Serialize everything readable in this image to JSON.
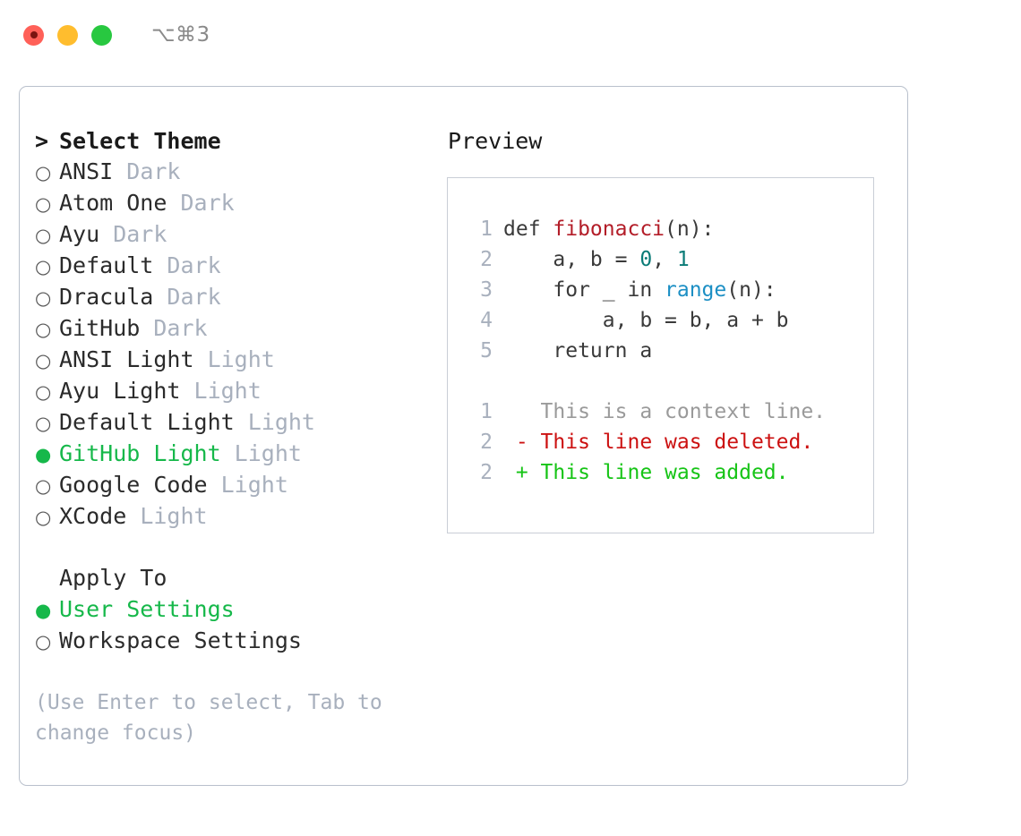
{
  "titlebar": {
    "shortcut": "⌥⌘3",
    "lights": [
      "close",
      "minimize",
      "maximize"
    ]
  },
  "theme_picker": {
    "caret": ">",
    "title": "Select Theme",
    "bullet_selected": "●",
    "bullet_unselected": "○",
    "options": [
      {
        "label": "ANSI",
        "category": "Dark",
        "selected": false
      },
      {
        "label": "Atom One",
        "category": "Dark",
        "selected": false
      },
      {
        "label": "Ayu",
        "category": "Dark",
        "selected": false
      },
      {
        "label": "Default",
        "category": "Dark",
        "selected": false
      },
      {
        "label": "Dracula",
        "category": "Dark",
        "selected": false
      },
      {
        "label": "GitHub",
        "category": "Dark",
        "selected": false
      },
      {
        "label": "ANSI Light",
        "category": "Light",
        "selected": false
      },
      {
        "label": "Ayu Light",
        "category": "Light",
        "selected": false
      },
      {
        "label": "Default Light",
        "category": "Light",
        "selected": false
      },
      {
        "label": "GitHub Light",
        "category": "Light",
        "selected": true
      },
      {
        "label": "Google Code",
        "category": "Light",
        "selected": false
      },
      {
        "label": "XCode",
        "category": "Light",
        "selected": false
      }
    ]
  },
  "apply_to": {
    "title": "Apply To",
    "options": [
      {
        "label": "User Settings",
        "selected": true
      },
      {
        "label": "Workspace Settings",
        "selected": false
      }
    ]
  },
  "hint": "(Use Enter to select, Tab to change focus)",
  "preview": {
    "title": "Preview",
    "code_lines": [
      {
        "num": "1",
        "tokens": [
          {
            "text": "def ",
            "kind": "plain"
          },
          {
            "text": "fibonacci",
            "kind": "fn"
          },
          {
            "text": "(n):",
            "kind": "plain"
          }
        ]
      },
      {
        "num": "2",
        "tokens": [
          {
            "text": "    a, b = ",
            "kind": "plain"
          },
          {
            "text": "0",
            "kind": "num"
          },
          {
            "text": ", ",
            "kind": "plain"
          },
          {
            "text": "1",
            "kind": "num"
          }
        ]
      },
      {
        "num": "3",
        "tokens": [
          {
            "text": "    for _ in ",
            "kind": "plain"
          },
          {
            "text": "range",
            "kind": "call"
          },
          {
            "text": "(n):",
            "kind": "plain"
          }
        ]
      },
      {
        "num": "4",
        "tokens": [
          {
            "text": "        a, b = b, a + b",
            "kind": "plain"
          }
        ]
      },
      {
        "num": "5",
        "tokens": [
          {
            "text": "    return a",
            "kind": "plain"
          }
        ]
      }
    ],
    "diff_lines": [
      {
        "num": "1",
        "marker": " ",
        "text": "This is a context line.",
        "kind": "ctx"
      },
      {
        "num": "2",
        "marker": "-",
        "text": "This line was deleted.",
        "kind": "del"
      },
      {
        "num": "2",
        "marker": "+",
        "text": "This line was added.",
        "kind": "add"
      }
    ]
  },
  "colors": {
    "accent_green": "#16b84a",
    "muted": "#a8b0bd",
    "panel_border": "#b9c0cc",
    "preview_border": "#c9ced6",
    "diff_add": "#16c416",
    "diff_del": "#cc1111",
    "syntax_fn": "#b31d28",
    "syntax_num": "#0a7b77",
    "syntax_call": "#1c8fc4"
  }
}
